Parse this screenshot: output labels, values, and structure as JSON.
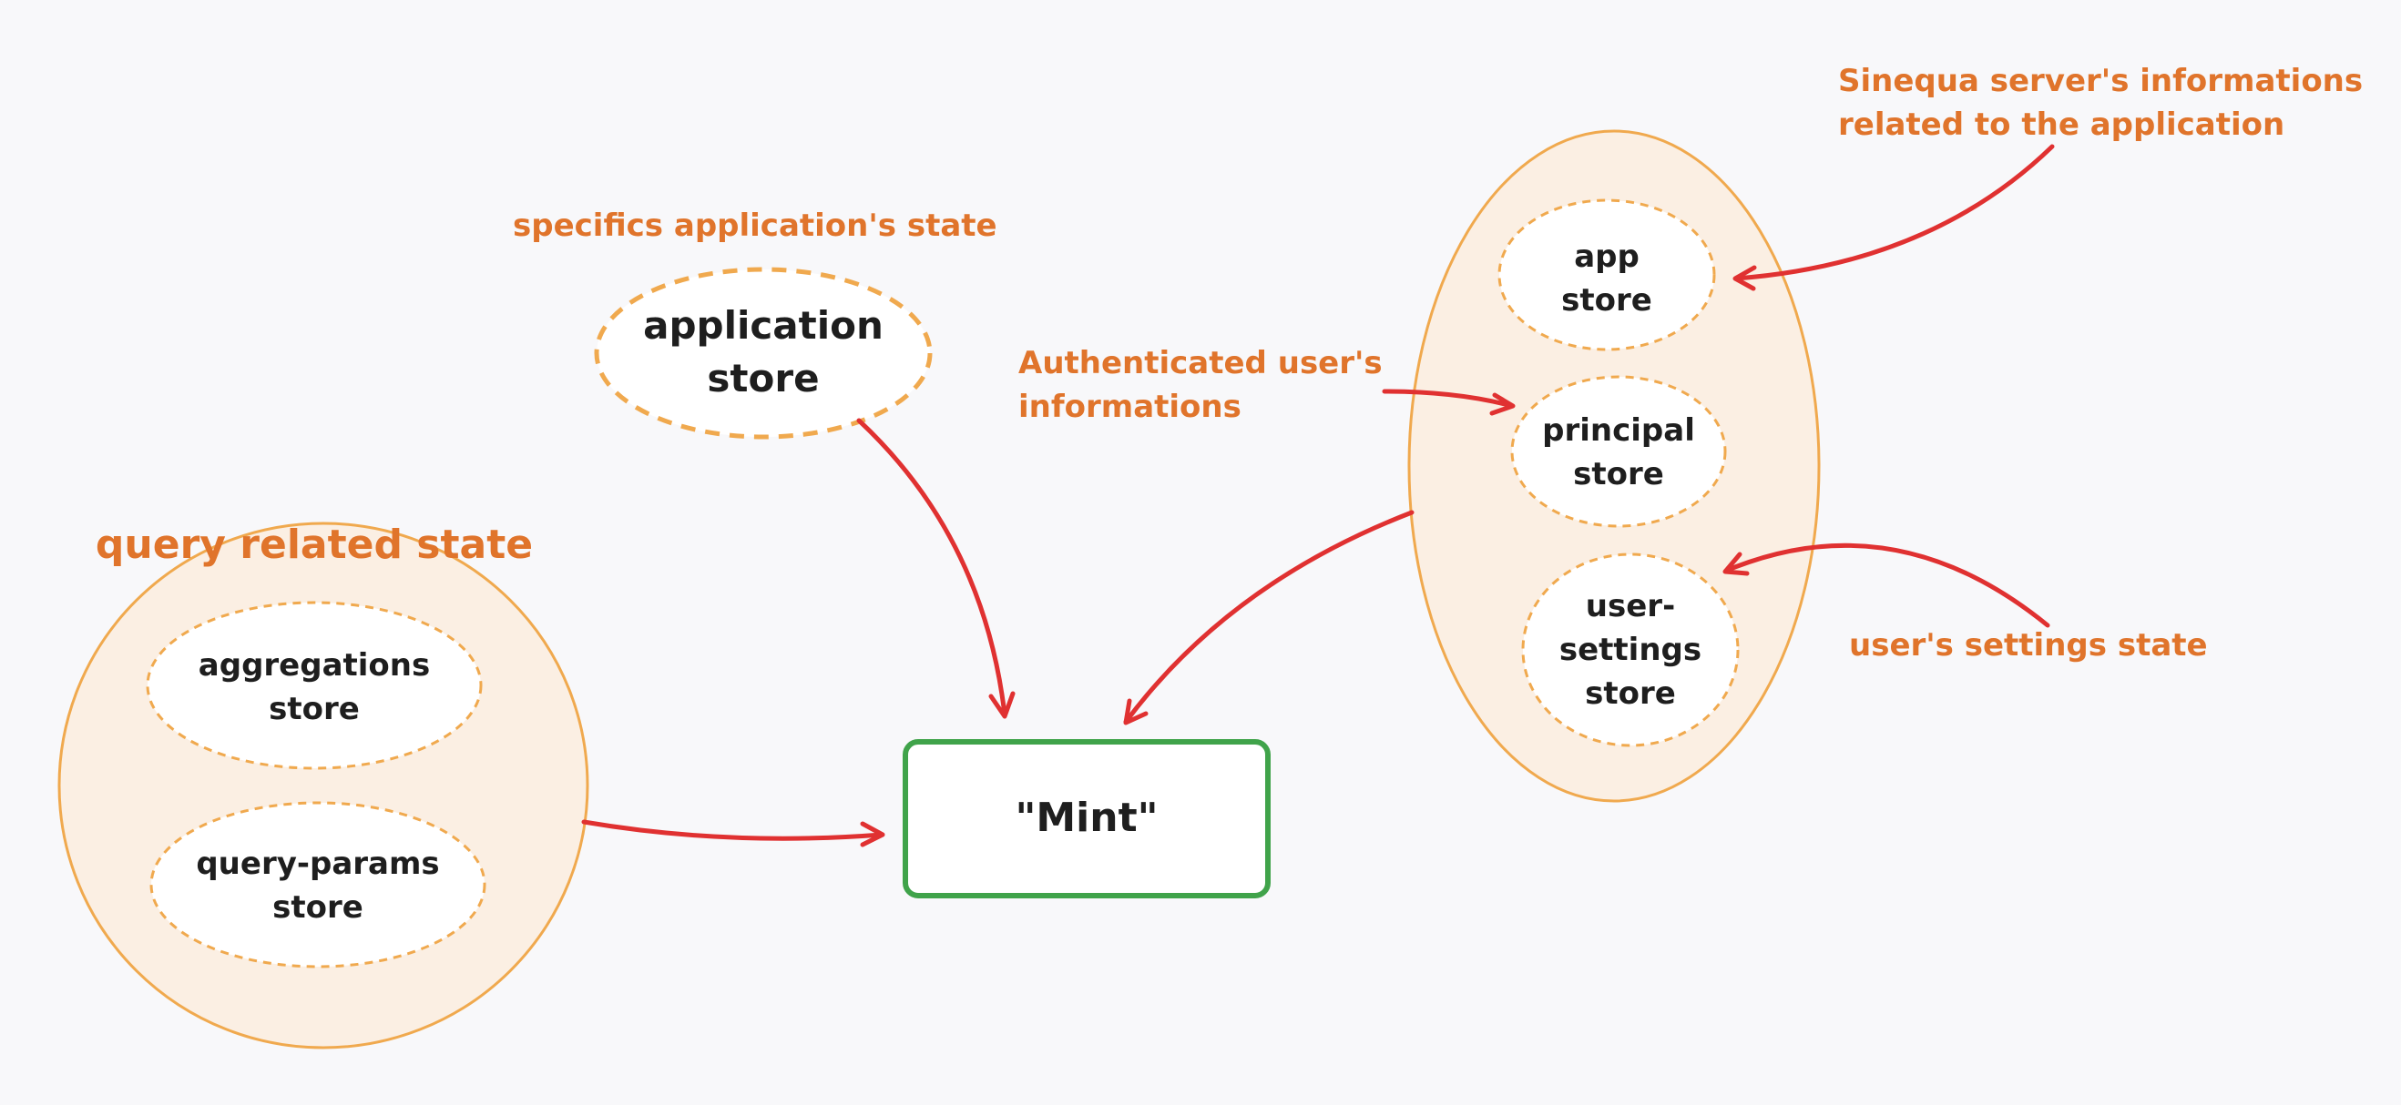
{
  "diagram": {
    "center_node": {
      "label": "\"Mint\"",
      "border_color": "#40a34a"
    },
    "application_store": {
      "line1": "application",
      "line2": "store"
    },
    "application_annotation": "specifics application's state",
    "query_group": {
      "title": "query related state",
      "aggregations": {
        "line1": "aggregations",
        "line2": "store"
      },
      "query_params": {
        "line1": "query-params",
        "line2": "store"
      }
    },
    "server_group": {
      "app": {
        "line1": "app",
        "line2": "store"
      },
      "principal": {
        "line1": "principal",
        "line2": "store"
      },
      "user_settings": {
        "line1": "user-",
        "line2": "settings",
        "line3": "store"
      }
    },
    "annotations": {
      "sinequa_line1": "Sinequa server's informations",
      "sinequa_line2": "related to the application",
      "auth_line1": "Authenticated user's",
      "auth_line2": "informations",
      "user_settings": "user's settings state"
    },
    "colors": {
      "arrow": "#e03131",
      "annotation_text": "#e0742b",
      "group_fill": "#fbefe3",
      "group_stroke": "#f0a94e",
      "node_text": "#1e1e1e",
      "background": "#f8f8fa"
    }
  }
}
